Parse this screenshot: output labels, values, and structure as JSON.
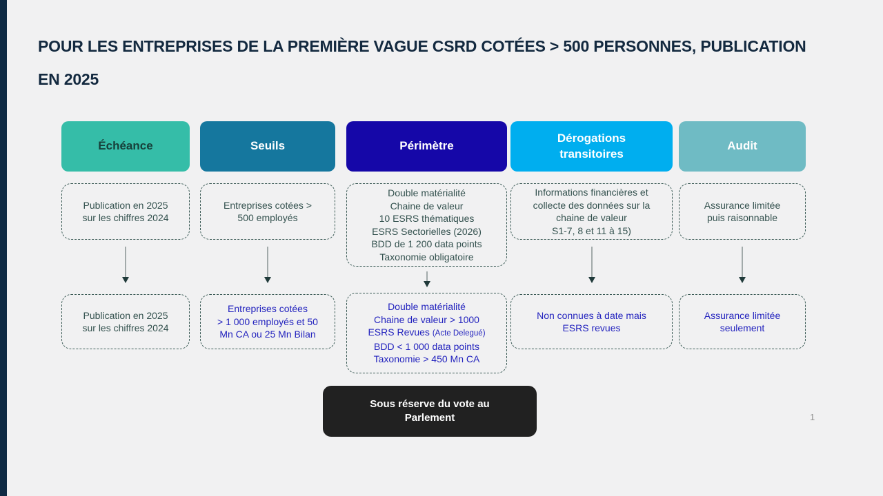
{
  "title": {
    "line1": "POUR LES ENTREPRISES DE LA PREMIÈRE VAGUE CSRD COTÉES > 500 PERSONNES, PUBLICATION",
    "line2": "EN 2025"
  },
  "page_number": "1",
  "note": {
    "text": "Sous réserve du vote au Parlement"
  },
  "colors": {
    "background": "#F1F1F2",
    "left_strip": "#0F2A44",
    "title_text": "#13293F",
    "dashed_border": "#3A5A55",
    "current_text": "#33514E",
    "future_text_blue": "#2323BE",
    "note_bg": "#212121",
    "note_text": "#FFFFFF",
    "arrow_shaft": "#A2AAAA",
    "arrow_tip": "#203A3A"
  },
  "columns": [
    {
      "id": "echeance",
      "header": "Échéance",
      "header_bg": "#35BDA8",
      "header_text": "#17403A",
      "current": "Publication en 2025\nsur les chiffres 2024",
      "future": "Publication en 2025\nsur les chiffres 2024",
      "future_text_color": "#33514E"
    },
    {
      "id": "seuils",
      "header": "Seuils",
      "header_bg": "#15779E",
      "header_text": "#FFFFFF",
      "current": "Entreprises cotées >\n500 employés",
      "future": "Entreprises cotées\n> 1 000 employés et 50\nMn CA ou 25 Mn Bilan",
      "future_text_color": "#2323BE"
    },
    {
      "id": "perimetre",
      "header": "Périmètre",
      "header_bg": "#1507A8",
      "header_text": "#FFFFFF",
      "current": "Double matérialité\nChaine de valeur\n10 ESRS thématiques\nESRS Sectorielles (2026)\nBDD de 1 200 data points\nTaxonomie obligatoire",
      "future_lines_a": "Double matérialité\nChaine de valeur > 1000",
      "future_esrs": "ESRS Revues",
      "future_esrs_small": "(Acte Delegué)",
      "future_lines_b": "BDD < 1 000 data points\nTaxonomie > 450 Mn CA",
      "future_text_color": "#2323BE"
    },
    {
      "id": "derogations",
      "header": "Dérogations\ntransitoires",
      "header_bg": "#00AEEF",
      "header_text": "#FFFFFF",
      "current": "Informations financières et\ncollecte des données sur la\nchaine de valeur\nS1-7, 8 et 11 à 15)",
      "future": "Non connues à date mais\nESRS revues",
      "future_text_color": "#2323BE"
    },
    {
      "id": "audit",
      "header": "Audit",
      "header_bg": "#6FBBC4",
      "header_text": "#FFFFFF",
      "current": "Assurance limitée\npuis raisonnable",
      "future": "Assurance limitée\nseulement",
      "future_text_color": "#2323BE"
    }
  ]
}
